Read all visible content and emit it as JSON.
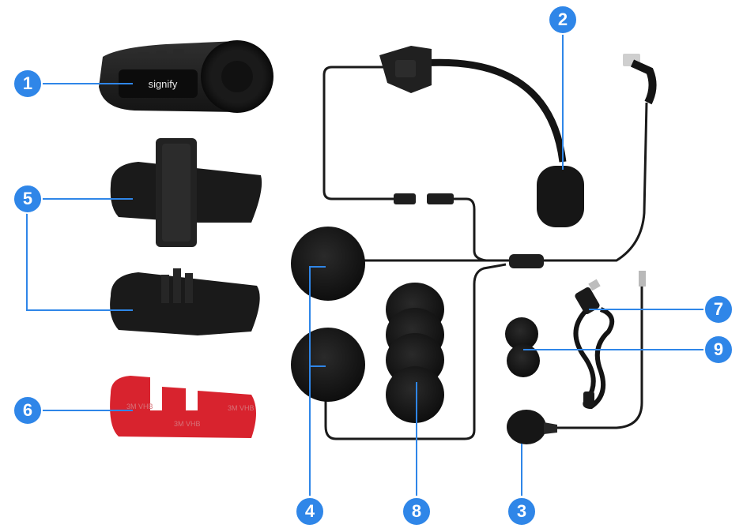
{
  "brand": {
    "logo_text": "signify"
  },
  "tape": {
    "print": "3M VHB"
  },
  "colors": {
    "callout": "#2f86e8",
    "accent_line": "#2f86e8",
    "product": "#1c1c1c",
    "tape": "#d8232e"
  },
  "callouts": [
    {
      "id": "1",
      "label": "1",
      "part": "intercom-unit"
    },
    {
      "id": "2",
      "label": "2",
      "part": "boom-microphone"
    },
    {
      "id": "3",
      "label": "3",
      "part": "wired-microphone"
    },
    {
      "id": "4",
      "label": "4",
      "part": "speakers"
    },
    {
      "id": "5",
      "label": "5",
      "part": "mounting-clamps"
    },
    {
      "id": "6",
      "label": "6",
      "part": "adhesive-tape"
    },
    {
      "id": "7",
      "label": "7",
      "part": "usb-cable"
    },
    {
      "id": "8",
      "label": "8",
      "part": "velcro-pads"
    },
    {
      "id": "9",
      "label": "9",
      "part": "mic-foam-covers"
    }
  ]
}
